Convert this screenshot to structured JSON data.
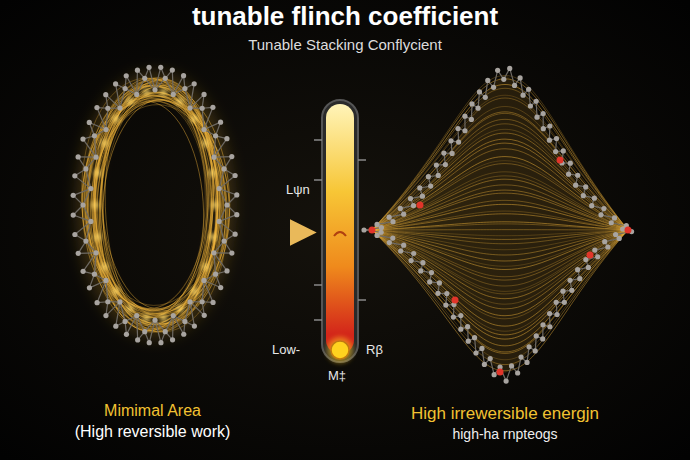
{
  "diagram": {
    "title": "tunable flinch coefficient",
    "nodes": [
      {
        "text": [
          "Mimimal Area",
          "(High reversible work)"
        ]
      },
      {
        "text": [
          "Lψn",
          "Low-",
          "Rβ",
          "M‡"
        ]
      },
      {
        "text": [
          "High irrewersible energjn",
          "high-ha rnpteogs"
        ]
      }
    ],
    "edges": [
      {
        "from": 0,
        "to": 1,
        "arrow": "to"
      }
    ],
    "labels": [
      "Tunable Stacking Conflycient"
    ]
  }
}
